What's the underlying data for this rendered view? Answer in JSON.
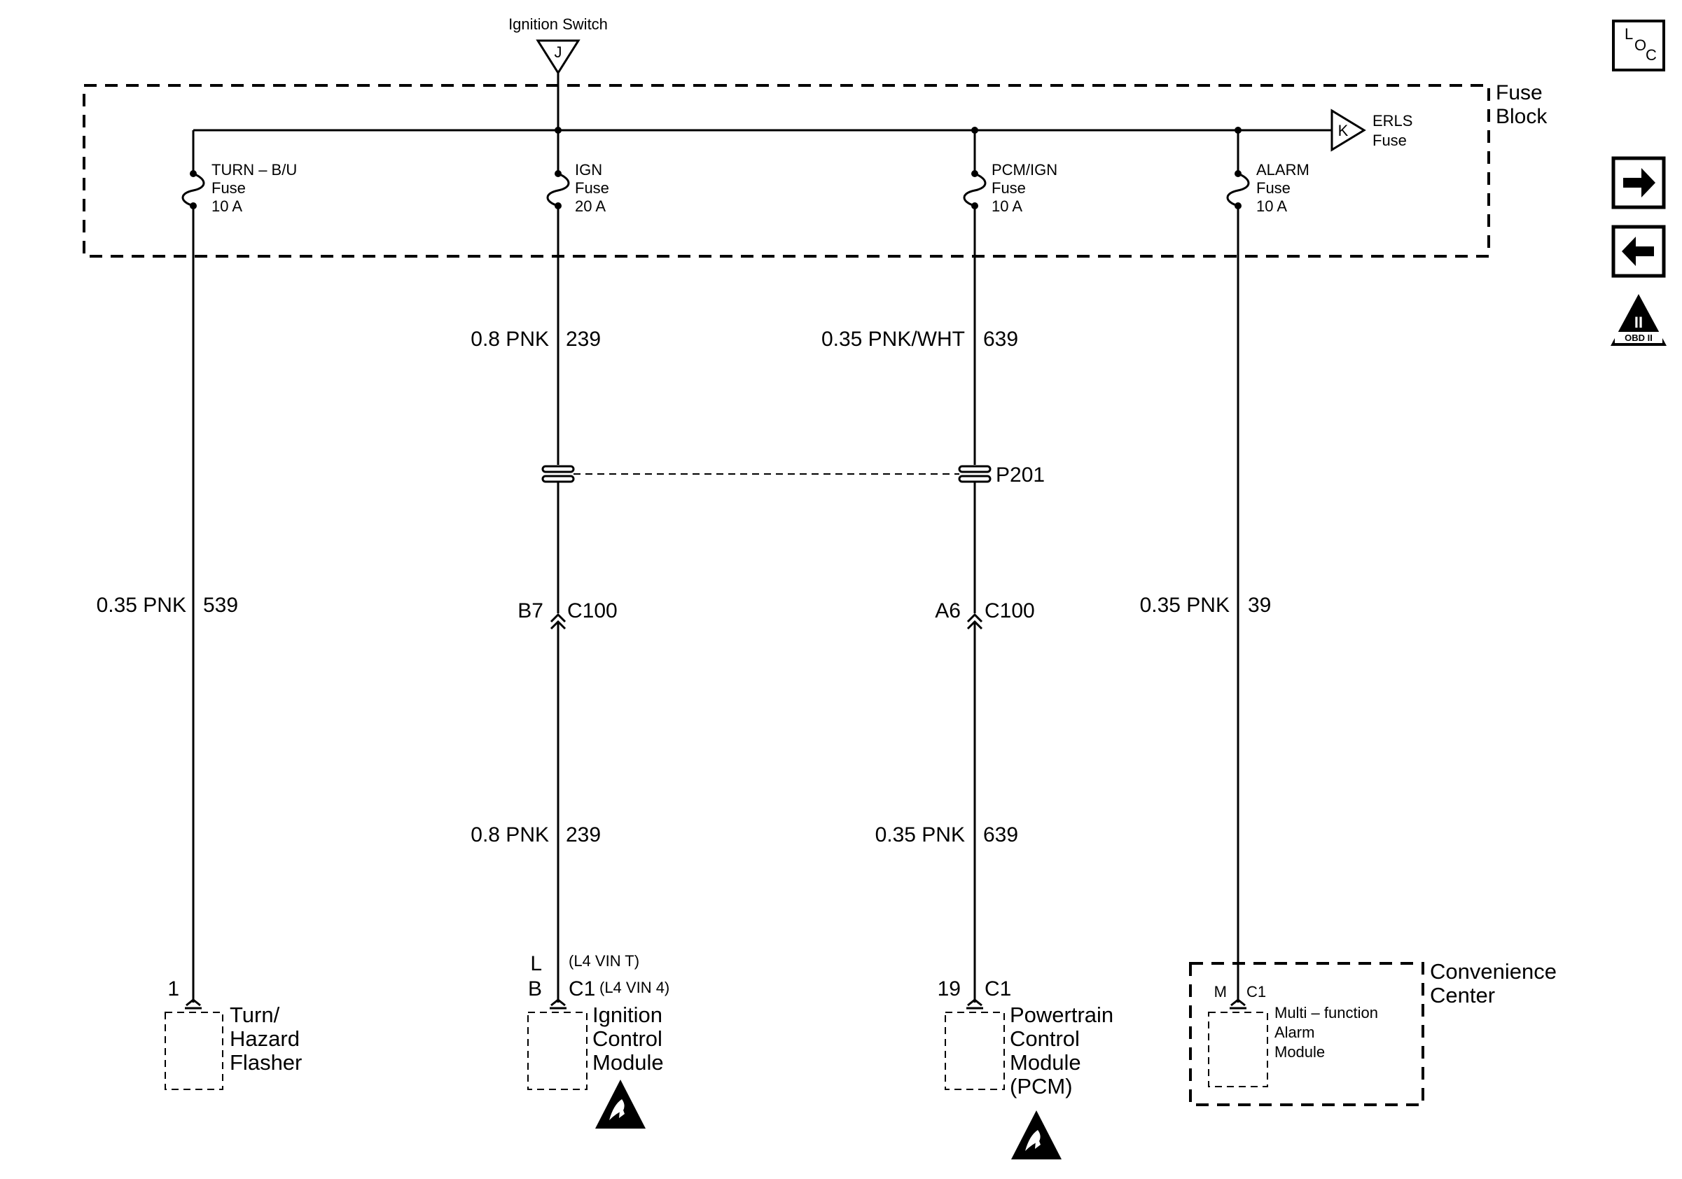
{
  "ignition_switch": {
    "label": "Ignition Switch",
    "terminal": "J"
  },
  "fuse_block": {
    "label_line1": "Fuse",
    "label_line2": "Block"
  },
  "erls": {
    "terminal": "K",
    "line1": "ERLS",
    "line2": "Fuse"
  },
  "fuses": [
    {
      "name": "TURN – B/U",
      "type": "Fuse",
      "rating": "10 A"
    },
    {
      "name": "IGN",
      "type": "Fuse",
      "rating": "20 A"
    },
    {
      "name": "PCM/IGN",
      "type": "Fuse",
      "rating": "10 A"
    },
    {
      "name": "ALARM",
      "type": "Fuse",
      "rating": "10 A"
    }
  ],
  "wires": {
    "turn_539": {
      "color": "0.35 PNK",
      "circuit": "539"
    },
    "ign_239_upper": {
      "color": "0.8 PNK",
      "circuit": "239"
    },
    "pcm_639_upper": {
      "color": "0.35 PNK/WHT",
      "circuit": "639"
    },
    "alarm_39": {
      "color": "0.35 PNK",
      "circuit": "39"
    },
    "ign_239_lower": {
      "color": "0.8 PNK",
      "circuit": "239"
    },
    "pcm_639_lower": {
      "color": "0.35 PNK",
      "circuit": "639"
    }
  },
  "p201": {
    "label": "P201"
  },
  "c100_ign": {
    "pin": "B7",
    "connector": "C100"
  },
  "c100_pcm": {
    "pin": "A6",
    "connector": "C100"
  },
  "components": {
    "flasher": {
      "pin": "1",
      "line1": "Turn/",
      "line2": "Hazard",
      "line3": "Flasher"
    },
    "icm": {
      "pin_l": "L",
      "note_l": "(L4 VIN T)",
      "pin_b": "B",
      "connector": "C1",
      "note_b": "(L4 VIN 4)",
      "line1": "Ignition",
      "line2": "Control",
      "line3": "Module"
    },
    "pcm": {
      "pin": "19",
      "connector": "C1",
      "line1": "Powertrain",
      "line2": "Control",
      "line3": "Module",
      "line4": "(PCM)"
    },
    "alarm": {
      "pin": "M",
      "connector": "C1",
      "line1": "Multi – function",
      "line2": "Alarm",
      "line3": "Module"
    },
    "convenience": {
      "line1": "Convenience",
      "line2": "Center"
    }
  },
  "side_icons": {
    "loc": {
      "l": "L",
      "o": "O",
      "c": "C"
    },
    "obd": {
      "roman": "II",
      "label": "OBD II"
    }
  }
}
